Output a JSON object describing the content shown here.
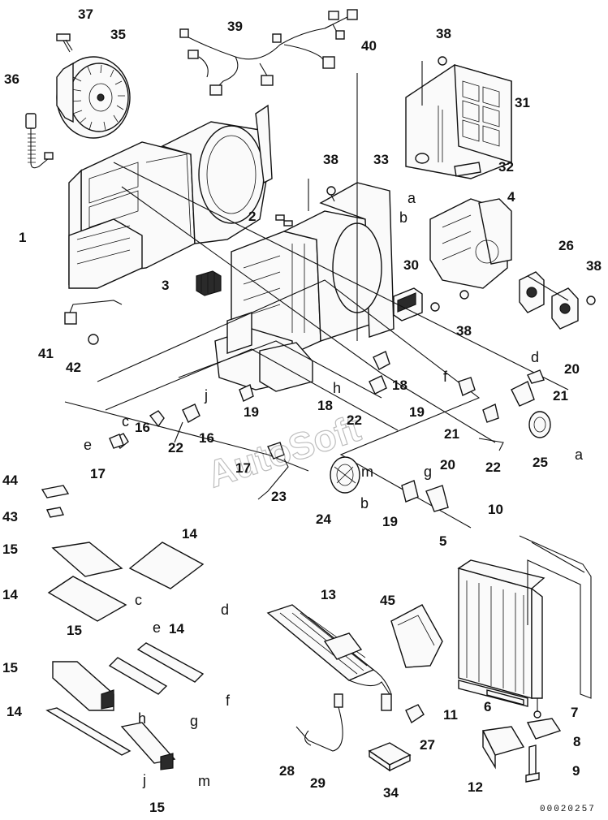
{
  "watermark": "AutoSoft",
  "drawing_code": "00020257",
  "callouts": [
    {
      "id": "c37",
      "text": "37"
    },
    {
      "id": "c35",
      "text": "35"
    },
    {
      "id": "c36",
      "text": "36"
    },
    {
      "id": "c39",
      "text": "39"
    },
    {
      "id": "c40",
      "text": "40"
    },
    {
      "id": "c38a",
      "text": "38"
    },
    {
      "id": "c31",
      "text": "31"
    },
    {
      "id": "c33",
      "text": "33"
    },
    {
      "id": "c32",
      "text": "32"
    },
    {
      "id": "c38b",
      "text": "38"
    },
    {
      "id": "c4",
      "text": "4"
    },
    {
      "id": "c1",
      "text": "1"
    },
    {
      "id": "c2",
      "text": "2"
    },
    {
      "id": "c3",
      "text": "3"
    },
    {
      "id": "c26",
      "text": "26"
    },
    {
      "id": "c38c",
      "text": "38"
    },
    {
      "id": "c30",
      "text": "30"
    },
    {
      "id": "c38d",
      "text": "38"
    },
    {
      "id": "c41",
      "text": "41"
    },
    {
      "id": "c42",
      "text": "42"
    },
    {
      "id": "c20a",
      "text": "20"
    },
    {
      "id": "c21a",
      "text": "21"
    },
    {
      "id": "c18a",
      "text": "18"
    },
    {
      "id": "c18b",
      "text": "18"
    },
    {
      "id": "c19a",
      "text": "19"
    },
    {
      "id": "c22a",
      "text": "22"
    },
    {
      "id": "c19b",
      "text": "19"
    },
    {
      "id": "c16a",
      "text": "16"
    },
    {
      "id": "c22b",
      "text": "22"
    },
    {
      "id": "c16b",
      "text": "16"
    },
    {
      "id": "c21b",
      "text": "21"
    },
    {
      "id": "c25",
      "text": "25"
    },
    {
      "id": "c17a",
      "text": "17"
    },
    {
      "id": "c17b",
      "text": "17"
    },
    {
      "id": "c22c",
      "text": "22"
    },
    {
      "id": "c23",
      "text": "23"
    },
    {
      "id": "c20b",
      "text": "20"
    },
    {
      "id": "c24",
      "text": "24"
    },
    {
      "id": "c19c",
      "text": "19"
    },
    {
      "id": "c44",
      "text": "44"
    },
    {
      "id": "c43",
      "text": "43"
    },
    {
      "id": "c10",
      "text": "10"
    },
    {
      "id": "c5",
      "text": "5"
    },
    {
      "id": "c15a",
      "text": "15"
    },
    {
      "id": "c14a",
      "text": "14"
    },
    {
      "id": "c14b",
      "text": "14"
    },
    {
      "id": "c13",
      "text": "13"
    },
    {
      "id": "c45",
      "text": "45"
    },
    {
      "id": "c15b",
      "text": "15"
    },
    {
      "id": "c14c",
      "text": "14"
    },
    {
      "id": "c15c",
      "text": "15"
    },
    {
      "id": "c11",
      "text": "11"
    },
    {
      "id": "c6",
      "text": "6"
    },
    {
      "id": "c7",
      "text": "7"
    },
    {
      "id": "c8",
      "text": "8"
    },
    {
      "id": "c14d",
      "text": "14"
    },
    {
      "id": "c27",
      "text": "27"
    },
    {
      "id": "c28",
      "text": "28"
    },
    {
      "id": "c29",
      "text": "29"
    },
    {
      "id": "c9",
      "text": "9"
    },
    {
      "id": "c12",
      "text": "12"
    },
    {
      "id": "c34",
      "text": "34"
    },
    {
      "id": "c15d",
      "text": "15"
    }
  ],
  "letters": [
    {
      "id": "la1",
      "text": "a"
    },
    {
      "id": "lb1",
      "text": "b"
    },
    {
      "id": "ld1",
      "text": "d"
    },
    {
      "id": "lf1",
      "text": "f"
    },
    {
      "id": "lj1",
      "text": "j"
    },
    {
      "id": "lh1",
      "text": "h"
    },
    {
      "id": "lc1",
      "text": "c"
    },
    {
      "id": "le1",
      "text": "e"
    },
    {
      "id": "la2",
      "text": "a"
    },
    {
      "id": "lm1",
      "text": "m"
    },
    {
      "id": "lg1",
      "text": "g"
    },
    {
      "id": "lb2",
      "text": "b"
    },
    {
      "id": "lc2",
      "text": "c"
    },
    {
      "id": "ld2",
      "text": "d"
    },
    {
      "id": "le2",
      "text": "e"
    },
    {
      "id": "lf2",
      "text": "f"
    },
    {
      "id": "lh2",
      "text": "h"
    },
    {
      "id": "lg2",
      "text": "g"
    },
    {
      "id": "lj2",
      "text": "j"
    },
    {
      "id": "lm2",
      "text": "m"
    }
  ]
}
